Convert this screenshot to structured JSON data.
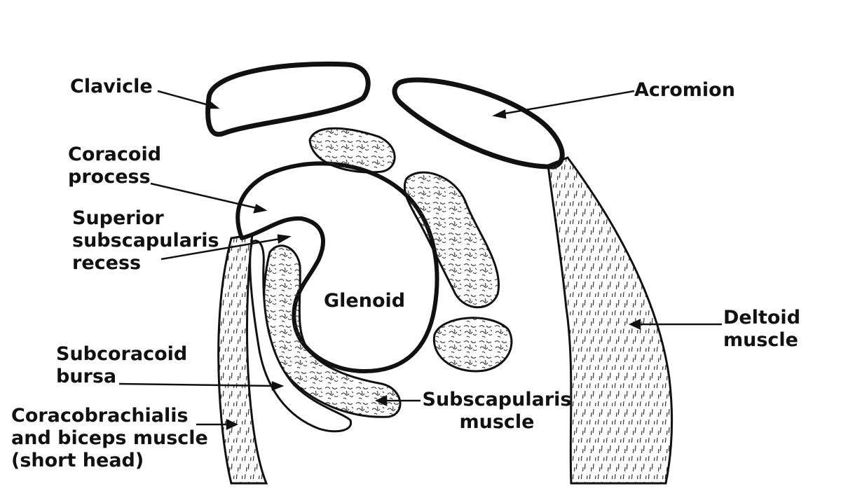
{
  "labels": {
    "clavicle": "Clavicle",
    "acromion": "Acromion",
    "coracoid": [
      "Coracoid",
      "process"
    ],
    "superior_recess": [
      "Superior",
      "subscapularis",
      "recess"
    ],
    "glenoid": "Glenoid",
    "deltoid": [
      "Deltoid",
      "muscle"
    ],
    "subcoracoid": [
      "Subcoracoid",
      "bursa"
    ],
    "subscapularis": [
      "Subscapularis",
      "muscle"
    ],
    "coracobrachialis": [
      "Coracobrachialis",
      "and biceps muscle",
      "(short head)"
    ]
  },
  "colors": {
    "ink": "#111111",
    "paper": "#ffffff",
    "texture": "#333333"
  }
}
